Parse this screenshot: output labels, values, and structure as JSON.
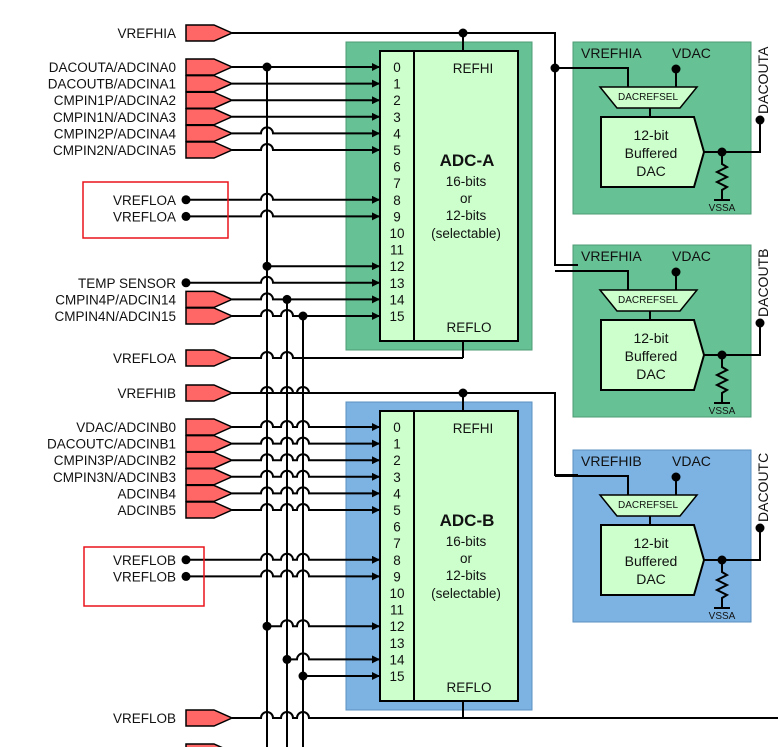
{
  "colors": {
    "adc_a_bg": "#66c194",
    "adc_b_bg": "#7db3e3",
    "core_fill": "#ccffcc",
    "pin_arrow": "#ff6666",
    "highlight_box": "#e8141b"
  },
  "adc_a": {
    "title": "ADC-A",
    "line1": "16-bits",
    "line2": "or",
    "line3": "12-bits",
    "line4": "(selectable)",
    "refhi": "REFHI",
    "reflo": "REFLO",
    "channels": [
      "0",
      "1",
      "2",
      "3",
      "4",
      "5",
      "6",
      "7",
      "8",
      "9",
      "10",
      "11",
      "12",
      "13",
      "14",
      "15"
    ],
    "vrefhi_label": "VREFHIA",
    "vreflo_label": "VREFLOA",
    "inputs": [
      {
        "label": "DACOUTA/ADCINA0",
        "channel": 0
      },
      {
        "label": "DACOUTB/ADCINA1",
        "channel": 1
      },
      {
        "label": "CMPIN1P/ADCINA2",
        "channel": 2
      },
      {
        "label": "CMPIN1N/ADCINA3",
        "channel": 3
      },
      {
        "label": "CMPIN2P/ADCINA4",
        "channel": 4
      },
      {
        "label": "CMPIN2N/ADCINA5",
        "channel": 5
      }
    ],
    "internal_inputs": [
      {
        "label": "VREFLOA",
        "channel": 8
      },
      {
        "label": "VREFLOA",
        "channel": 9
      }
    ],
    "temp_sensor": {
      "label": "TEMP SENSOR",
      "channel": 13
    },
    "cmp_inputs": [
      {
        "label": "CMPIN4P/ADCIN14",
        "channel": 14
      },
      {
        "label": "CMPIN4N/ADCIN15",
        "channel": 15
      }
    ]
  },
  "adc_b": {
    "title": "ADC-B",
    "line1": "16-bits",
    "line2": "or",
    "line3": "12-bits",
    "line4": "(selectable)",
    "refhi": "REFHI",
    "reflo": "REFLO",
    "channels": [
      "0",
      "1",
      "2",
      "3",
      "4",
      "5",
      "6",
      "7",
      "8",
      "9",
      "10",
      "11",
      "12",
      "13",
      "14",
      "15"
    ],
    "vrefhi_label": "VREFHIB",
    "vreflo_label": "VREFLOB",
    "inputs": [
      {
        "label": "VDAC/ADCINB0",
        "channel": 0
      },
      {
        "label": "DACOUTC/ADCINB1",
        "channel": 1
      },
      {
        "label": "CMPIN3P/ADCINB2",
        "channel": 2
      },
      {
        "label": "CMPIN3N/ADCINB3",
        "channel": 3
      },
      {
        "label": "ADCINB4",
        "channel": 4
      },
      {
        "label": "ADCINB5",
        "channel": 5
      }
    ],
    "internal_inputs": [
      {
        "label": "VREFLOB",
        "channel": 8
      },
      {
        "label": "VREFLOB",
        "channel": 9
      }
    ]
  },
  "dacs": [
    {
      "vref": "VREFHIA",
      "vdac": "VDAC",
      "sel": "DACREFSEL",
      "l1": "12-bit",
      "l2": "Buffered",
      "l3": "DAC",
      "vssa": "VSSA",
      "out": "DACOUTA",
      "theme": "green"
    },
    {
      "vref": "VREFHIA",
      "vdac": "VDAC",
      "sel": "DACREFSEL",
      "l1": "12-bit",
      "l2": "Buffered",
      "l3": "DAC",
      "vssa": "VSSA",
      "out": "DACOUTB",
      "theme": "green"
    },
    {
      "vref": "VREFHIB",
      "vdac": "VDAC",
      "sel": "DACREFSEL",
      "l1": "12-bit",
      "l2": "Buffered",
      "l3": "DAC",
      "vssa": "VSSA",
      "out": "DACOUTC",
      "theme": "blue"
    }
  ]
}
